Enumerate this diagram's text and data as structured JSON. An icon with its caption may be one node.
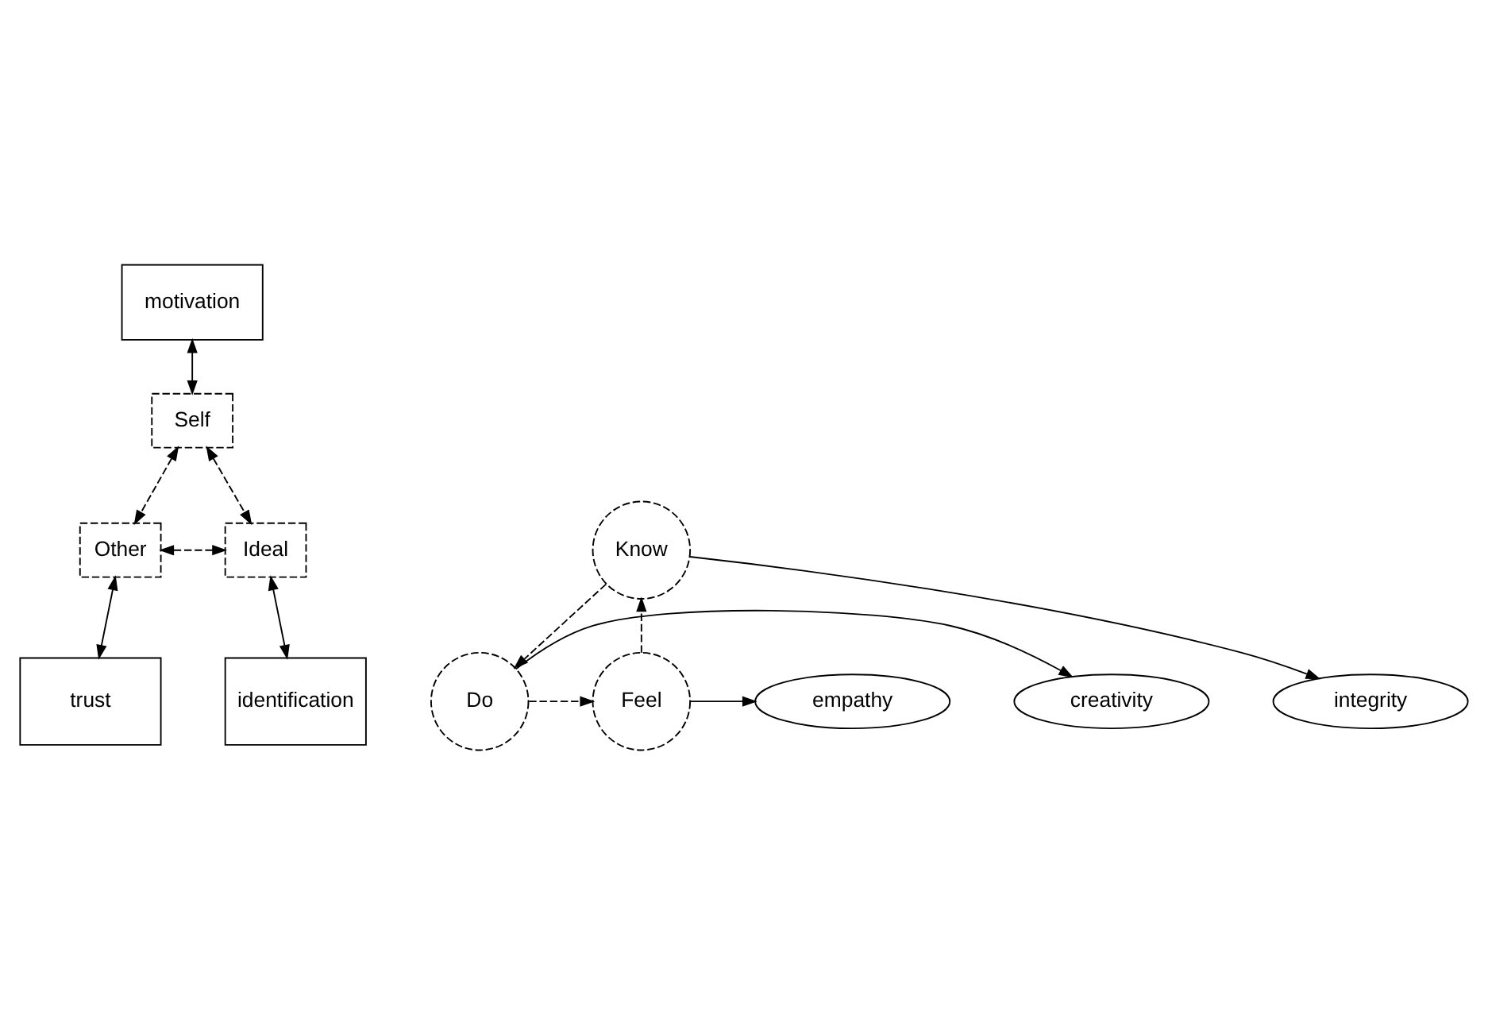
{
  "diagram": {
    "nodes": [
      {
        "text": [
          "motivation"
        ]
      },
      {
        "text": [
          "Self"
        ]
      },
      {
        "text": [
          "empathy"
        ]
      },
      {
        "text": [
          "creativity"
        ]
      },
      {
        "text": [
          "Feel"
        ]
      },
      {
        "text": [
          "Do"
        ]
      },
      {
        "text": [
          "Know"
        ]
      },
      {
        "text": [
          "Other"
        ]
      },
      {
        "text": [
          "Ideal"
        ]
      },
      {
        "text": [
          "trust"
        ]
      },
      {
        "text": [
          "identification"
        ]
      },
      {
        "text": [
          "integrity"
        ]
      }
    ],
    "edges": [
      {
        "from": 0,
        "to": 1,
        "arrow": "both"
      },
      {
        "from": 1,
        "to": 7,
        "arrow": "both",
        "style": "dashed"
      },
      {
        "from": 1,
        "to": 8,
        "arrow": "both",
        "style": "dashed"
      },
      {
        "from": 4,
        "to": 2,
        "arrow": "to"
      },
      {
        "from": 5,
        "to": 3,
        "arrow": "to"
      },
      {
        "from": 5,
        "to": 4,
        "arrow": "to",
        "style": "dashed"
      },
      {
        "from": 4,
        "to": 6,
        "arrow": "to",
        "style": "dashed"
      },
      {
        "from": 6,
        "to": 5,
        "arrow": "to",
        "style": "dashed"
      },
      {
        "from": 7,
        "to": 8,
        "arrow": "both",
        "style": "dashed"
      },
      {
        "from": 9,
        "to": 7,
        "arrow": "both"
      },
      {
        "from": 8,
        "to": 10,
        "arrow": "both"
      },
      {
        "from": 6,
        "to": 11,
        "arrow": "to"
      }
    ]
  }
}
